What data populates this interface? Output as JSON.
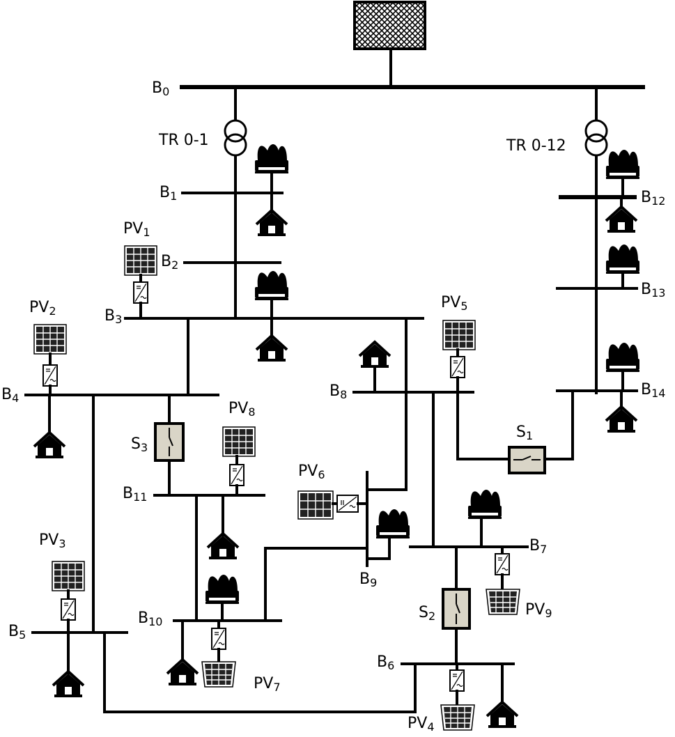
{
  "grid": {
    "icon": "grid-crosshatch-icon"
  },
  "transformers": [
    {
      "id": "tr01",
      "label": "TR 0-1"
    },
    {
      "id": "tr012",
      "label": "TR 0-12"
    }
  ],
  "buses": [
    {
      "id": "b0",
      "base": "B",
      "sub": "0"
    },
    {
      "id": "b1",
      "base": "B",
      "sub": "1"
    },
    {
      "id": "b2",
      "base": "B",
      "sub": "2"
    },
    {
      "id": "b3",
      "base": "B",
      "sub": "3"
    },
    {
      "id": "b4",
      "base": "B",
      "sub": "4"
    },
    {
      "id": "b5",
      "base": "B",
      "sub": "5"
    },
    {
      "id": "b6",
      "base": "B",
      "sub": "6"
    },
    {
      "id": "b7",
      "base": "B",
      "sub": "7"
    },
    {
      "id": "b8",
      "base": "B",
      "sub": "8"
    },
    {
      "id": "b9",
      "base": "B",
      "sub": "9"
    },
    {
      "id": "b10",
      "base": "B",
      "sub": "10"
    },
    {
      "id": "b11",
      "base": "B",
      "sub": "11"
    },
    {
      "id": "b12",
      "base": "B",
      "sub": "12"
    },
    {
      "id": "b13",
      "base": "B",
      "sub": "13"
    },
    {
      "id": "b14",
      "base": "B",
      "sub": "14"
    }
  ],
  "pv": [
    {
      "id": "pv1",
      "base": "PV",
      "sub": "1"
    },
    {
      "id": "pv2",
      "base": "PV",
      "sub": "2"
    },
    {
      "id": "pv3",
      "base": "PV",
      "sub": "3"
    },
    {
      "id": "pv4",
      "base": "PV",
      "sub": "4"
    },
    {
      "id": "pv5",
      "base": "PV",
      "sub": "5"
    },
    {
      "id": "pv6",
      "base": "PV",
      "sub": "6"
    },
    {
      "id": "pv7",
      "base": "PV",
      "sub": "7"
    },
    {
      "id": "pv8",
      "base": "PV",
      "sub": "8"
    },
    {
      "id": "pv9",
      "base": "PV",
      "sub": "9"
    }
  ],
  "switches": [
    {
      "id": "s1",
      "base": "S",
      "sub": "1"
    },
    {
      "id": "s2",
      "base": "S",
      "sub": "2"
    },
    {
      "id": "s3",
      "base": "S",
      "sub": "3"
    }
  ],
  "icons": {
    "solar_panel": "solar-panel-icon",
    "inverter": "inverter-icon",
    "house": "house-icon",
    "factory": "factory-icon",
    "transformer": "transformer-icon",
    "switch": "switch-icon"
  }
}
